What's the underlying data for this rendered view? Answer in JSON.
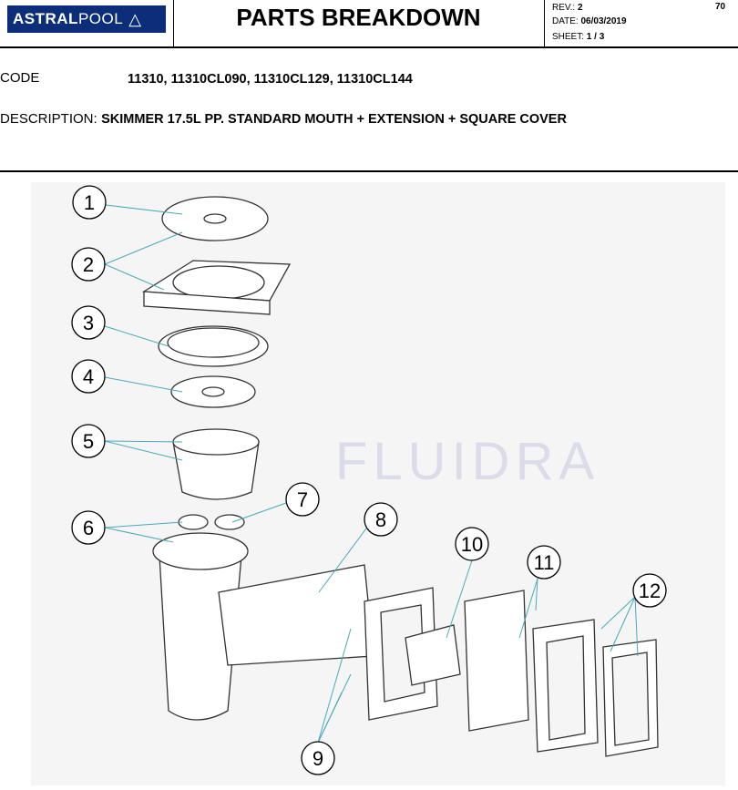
{
  "header": {
    "brand": {
      "bold": "ASTRAL",
      "light": "POOL"
    },
    "title": "PARTS BREAKDOWN",
    "rev_label": "REV.:",
    "rev": "2",
    "date_label": "DATE:",
    "date": "06/03/2019",
    "sheet_label": "SHEET:",
    "sheet": "1 / 3",
    "page_number": "70"
  },
  "info": {
    "code_label": "CODE",
    "code": "11310, 11310CL090, 11310CL129, 11310CL144",
    "description_label": "DESCRIPTION:",
    "description": "SKIMMER 17.5L PP. STANDARD MOUTH + EXTENSION + SQUARE COVER"
  },
  "diagram": {
    "watermark": "FLUIDRA",
    "callouts": [
      "1",
      "2",
      "3",
      "4",
      "5",
      "6",
      "7",
      "8",
      "9",
      "10",
      "11",
      "12"
    ]
  }
}
